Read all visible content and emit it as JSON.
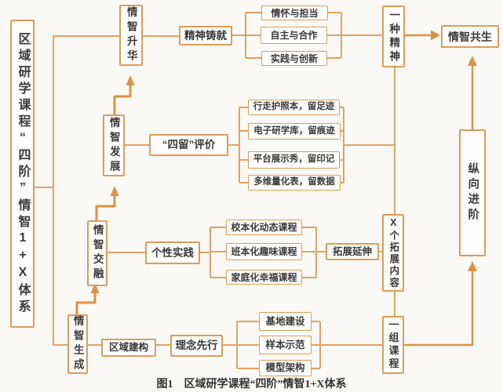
{
  "colors": {
    "box_border": "#E09A58",
    "connector_line": "#E2A263",
    "arrow": "#DC9245",
    "text": "#3A3A3A",
    "background": "#FAF9F6"
  },
  "root_title": "区域研学课程“四阶”情智1+X体系",
  "caption": "图1　区域研学课程“四阶”情智1+X体系",
  "stages": {
    "shenghua": {
      "label": "情智升华",
      "path": "精神铸就",
      "items": [
        "情怀与担当",
        "自主与合作",
        "实践与创新"
      ],
      "outcome": "一种精神"
    },
    "fazhan": {
      "label": "情智发展",
      "path": "“四留”评价",
      "items": [
        "行走护照本，留足迹",
        "电子研学库，留痕迹",
        "平台展示秀，留印记",
        "多维量化表，留数据"
      ]
    },
    "jiaorong": {
      "label": "情智交融",
      "path": "个性实践",
      "items": [
        "校本化动态课程",
        "班本化趣味课程",
        "家庭化幸福课程"
      ],
      "extension": "拓展延伸",
      "outcome": "X个拓展内容"
    },
    "shengcheng": {
      "label": "情智生成",
      "path": "区域建构",
      "principle": "理念先行",
      "items": [
        "基地建设",
        "样本示范",
        "模型架构"
      ],
      "outcome": "一组课程"
    }
  },
  "right_column": {
    "progression": "纵向进阶",
    "final": "情智共生"
  }
}
